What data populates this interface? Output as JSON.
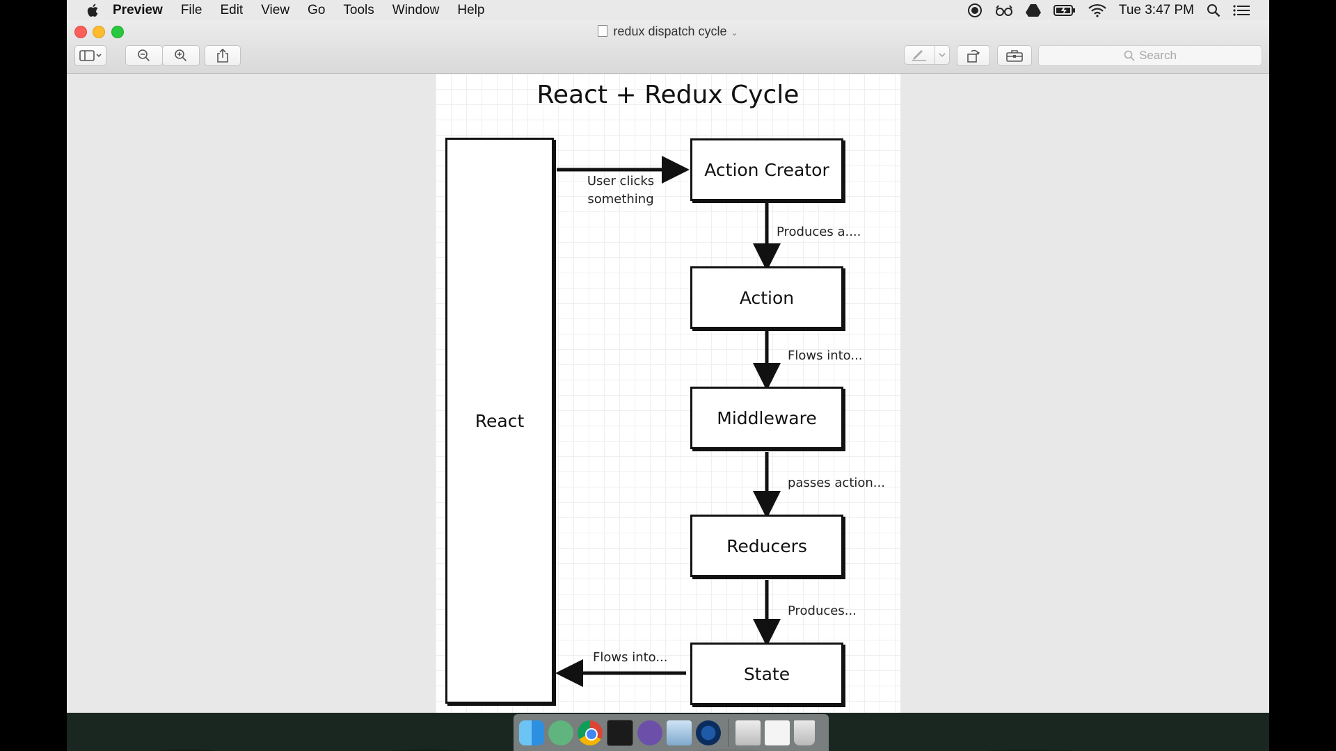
{
  "menubar": {
    "app_name": "Preview",
    "menus": [
      "File",
      "Edit",
      "View",
      "Go",
      "Tools",
      "Window",
      "Help"
    ],
    "clock": "Tue 3:47 PM"
  },
  "window": {
    "title": "redux dispatch cycle",
    "search_placeholder": "Search"
  },
  "diagram": {
    "title": "React + Redux Cycle",
    "react_box": "React",
    "boxes": [
      "Action Creator",
      "Action",
      "Middleware",
      "Reducers",
      "State"
    ],
    "labels": {
      "user_clicks_line1": "User clicks",
      "user_clicks_line2": "something",
      "produces_a": "Produces a....",
      "flows_into_1": "Flows into...",
      "passes_action": "passes action...",
      "produces": "Produces...",
      "flows_into_2": "Flows into..."
    }
  },
  "dock": {
    "apps": [
      "finder-icon",
      "atom-icon",
      "chrome-icon",
      "terminal-icon",
      "quill-icon",
      "preview-icon",
      "quicktime-icon",
      "stack-icon",
      "mail-icon",
      "trash-icon"
    ]
  }
}
